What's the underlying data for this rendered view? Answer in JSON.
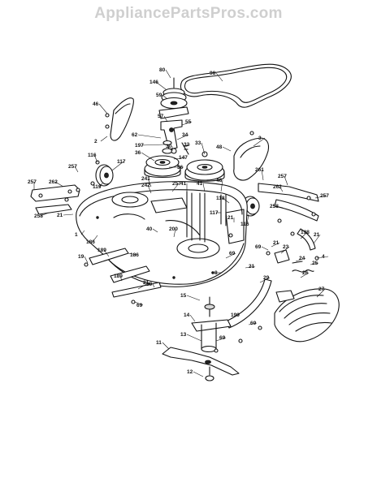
{
  "watermark": "AppliancePartsPros.com",
  "callouts": [
    {
      "text": "98"
    },
    {
      "text": "80"
    },
    {
      "text": "146"
    },
    {
      "text": "59"
    },
    {
      "text": "46"
    },
    {
      "text": "57"
    },
    {
      "text": "55"
    },
    {
      "text": "2"
    },
    {
      "text": "62"
    },
    {
      "text": "34"
    },
    {
      "text": "197"
    },
    {
      "text": "30"
    },
    {
      "text": "33"
    },
    {
      "text": "36"
    },
    {
      "text": "32"
    },
    {
      "text": "48"
    },
    {
      "text": "3"
    },
    {
      "text": "116"
    },
    {
      "text": "257"
    },
    {
      "text": "117"
    },
    {
      "text": "147"
    },
    {
      "text": "56"
    },
    {
      "text": "262"
    },
    {
      "text": "257"
    },
    {
      "text": "119"
    },
    {
      "text": "241"
    },
    {
      "text": "242"
    },
    {
      "text": "257"
    },
    {
      "text": "41"
    },
    {
      "text": "41"
    },
    {
      "text": "48"
    },
    {
      "text": "261"
    },
    {
      "text": "257"
    },
    {
      "text": "262"
    },
    {
      "text": "257"
    },
    {
      "text": "118"
    },
    {
      "text": "117"
    },
    {
      "text": "116"
    },
    {
      "text": "258"
    },
    {
      "text": "21"
    },
    {
      "text": "21"
    },
    {
      "text": "258"
    },
    {
      "text": "186"
    },
    {
      "text": "1"
    },
    {
      "text": "40"
    },
    {
      "text": "200"
    },
    {
      "text": "198"
    },
    {
      "text": "21"
    },
    {
      "text": "69"
    },
    {
      "text": "21"
    },
    {
      "text": "4"
    },
    {
      "text": "19"
    },
    {
      "text": "189"
    },
    {
      "text": "186"
    },
    {
      "text": "69"
    },
    {
      "text": "23"
    },
    {
      "text": "24"
    },
    {
      "text": "25"
    },
    {
      "text": "21"
    },
    {
      "text": "8"
    },
    {
      "text": "189"
    },
    {
      "text": "21"
    },
    {
      "text": "26"
    },
    {
      "text": "19"
    },
    {
      "text": "15"
    },
    {
      "text": "29"
    },
    {
      "text": "27"
    },
    {
      "text": "69"
    },
    {
      "text": "14"
    },
    {
      "text": "199"
    },
    {
      "text": "69"
    },
    {
      "text": "13"
    },
    {
      "text": "69"
    },
    {
      "text": "11"
    },
    {
      "text": "12"
    }
  ]
}
